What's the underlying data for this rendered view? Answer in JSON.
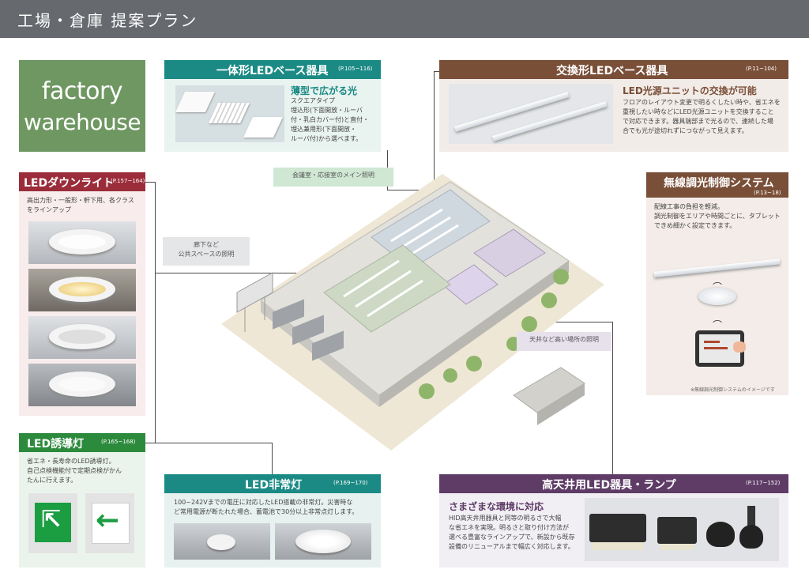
{
  "header": {
    "title": "工場・倉庫 提案プラン"
  },
  "logo": {
    "line1": "factory",
    "line2": "warehouse"
  },
  "panels": {
    "integrated_base": {
      "title": "一体形LEDベース器具",
      "pages": "(P.105~116)",
      "subtitle": "薄型で広がる光",
      "body": [
        "スクエアタイプ",
        "埋込形(下面開放・ルーバ",
        "付・乳白カバー付)と直付・",
        "埋込兼用形(下面開放・",
        "ルーバ付)から選べます。"
      ]
    },
    "replaceable_base": {
      "title": "交換形LEDベース器具",
      "pages": "(P.11~104)",
      "subtitle": "LED光源ユニットの交換が可能",
      "body": [
        "フロアのレイアウト変更で明るくしたい時や、省エネを",
        "重視したい時などにLED光源ユニットを交換すること",
        "で対応できます。器具端部まで光るので、連続した場",
        "合でも光が途切れずにつながって見えます。"
      ]
    },
    "downlight": {
      "title": "LEDダウンライト",
      "pages": "(P.157~164)",
      "body": [
        "高出力形・一般形・軒下用、各クラス",
        "をラインアップ"
      ]
    },
    "wireless": {
      "title": "無線調光制御システム",
      "pages": "(P.13~18)",
      "body": [
        "配線工事の負担を軽減。",
        "調光制御をエリアや時間ごとに、タブレット",
        "できめ細かく設定できます。"
      ],
      "note": "※無線調光制御システムのイメージです"
    },
    "guide_light": {
      "title": "LED誘導灯",
      "pages": "(P.165~168)",
      "body": [
        "省エネ・長寿命のLED誘導灯。",
        "自己点検機能付で定期点検がかん",
        "たんに行えます。"
      ]
    },
    "emergency": {
      "title": "LED非常灯",
      "pages": "(P.169~170)",
      "body": [
        "100~242Vまでの電圧に対応したLED搭載の非常灯。災害時な",
        "ど常用電源が断たれた場合、蓄電池で30分以上非常点灯します。"
      ]
    },
    "high_ceiling": {
      "title": "高天井用LED器具・ランプ",
      "pages": "(P.117~152)",
      "subtitle": "さまざまな環境に対応",
      "body": [
        "HID高天井用器具と同等の明るさで大幅",
        "な省エネを実現。明るさと取り付け方法が",
        "選べる豊富なラインアップで、新設から既存",
        "設備のリニューアルまで幅広く対応します。"
      ]
    }
  },
  "captions": {
    "meeting": "会議室・応接室のメイン照明",
    "corridor": [
      "廊下など",
      "公共スペースの照明"
    ],
    "ceiling": "天井など高い場所の照明"
  },
  "colors": {
    "teal": "#1b8a84",
    "brown": "#7a4f38",
    "maroon": "#9b2d3b",
    "green": "#2c8a3c",
    "purple": "#5e3c66",
    "logo_green": "#6e9761"
  }
}
